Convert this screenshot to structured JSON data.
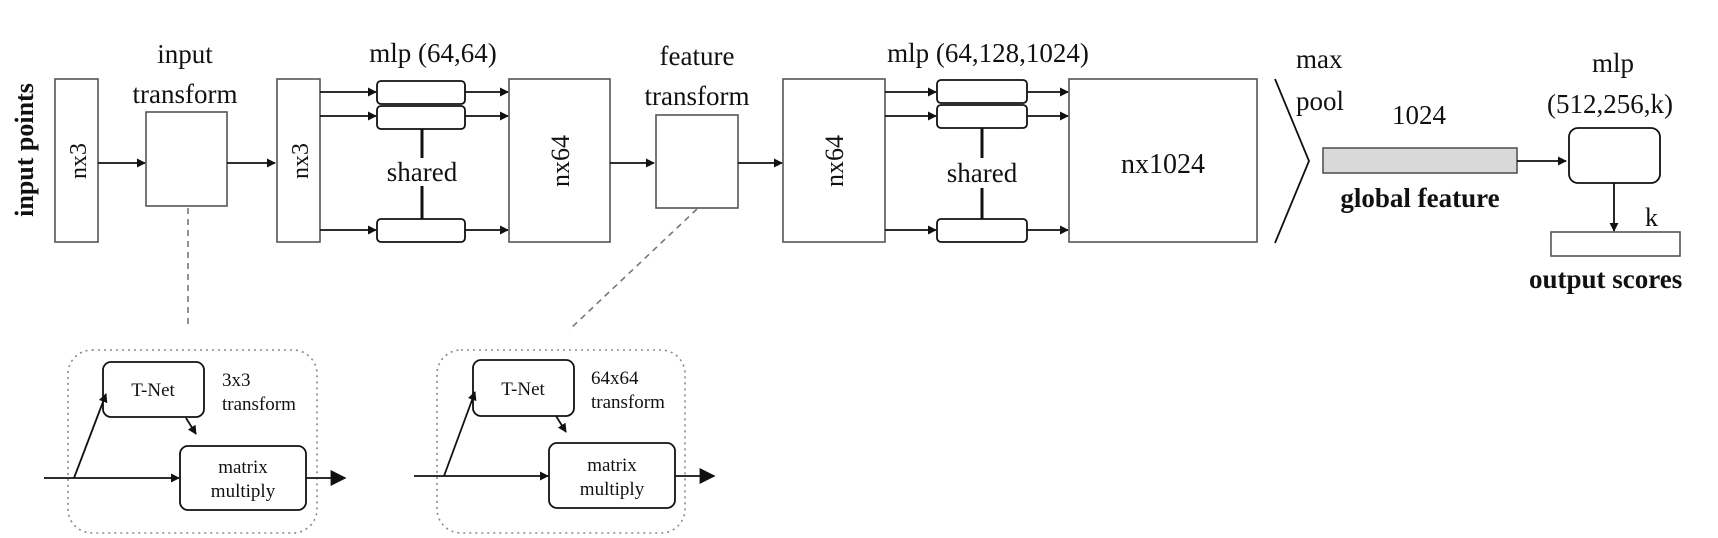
{
  "labels": {
    "input_points": "input points",
    "input_transform_1": "input",
    "input_transform_2": "transform",
    "nx3_a": "nx3",
    "nx3_b": "nx3",
    "mlp1": "mlp (64,64)",
    "shared1": "shared",
    "nx64_a": "nx64",
    "feature_transform_1": "feature",
    "feature_transform_2": "transform",
    "nx64_b": "nx64",
    "mlp2": "mlp (64,128,1024)",
    "shared2": "shared",
    "nx1024": "nx1024",
    "max": "max",
    "pool": "pool",
    "dim_1024": "1024",
    "global_feature": "global feature",
    "mlp3_1": "mlp",
    "mlp3_2": "(512,256,k)",
    "k": "k",
    "output_scores": "output scores"
  },
  "subnet_input": {
    "tnet": "T-Net",
    "transform_1": "3x3",
    "transform_2": "transform",
    "matrix_1": "matrix",
    "matrix_2": "multiply"
  },
  "subnet_feature": {
    "tnet": "T-Net",
    "transform_1": "64x64",
    "transform_2": "transform",
    "matrix_1": "matrix",
    "matrix_2": "multiply"
  },
  "colors": {
    "global_feature_fill": "#d9d9d9"
  }
}
